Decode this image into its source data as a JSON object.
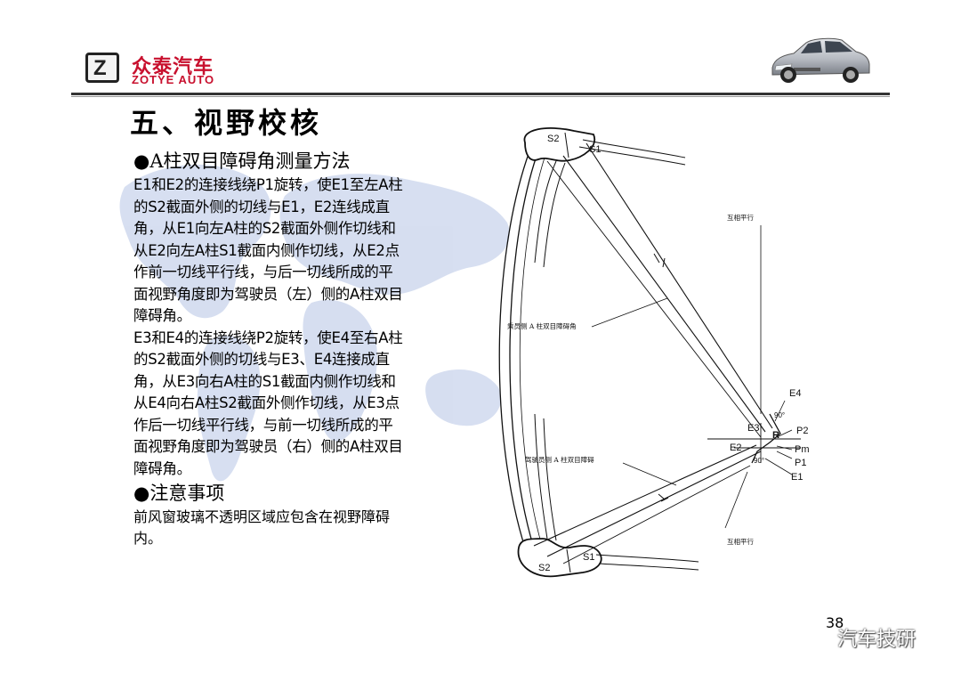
{
  "header": {
    "logo_icon_letter": "Z",
    "logo_cn": "众泰汽车",
    "logo_en": "ZOTYE AUTO",
    "car_icon": "car-photo-icon"
  },
  "title": "五、视野校核",
  "section1": {
    "heading": "●A柱双目障碍角测量方法",
    "lines": [
      "E1和E2的连接线绕P1旋转，使E1至左A柱",
      "的S2截面外侧的切线与E1，E2连线成直",
      "角，从E1向左A柱的S2截面外侧作切线和",
      "从E2向左A柱S1截面内侧作切线，从E2点",
      "作前一切线平行线，与后一切线所成的平",
      "面视野角度即为驾驶员（左）侧的A柱双目",
      "障碍角。",
      "E3和E4的连接线绕P2旋转，使E4至右A柱",
      "的S2截面外侧的切线与E3、E4连接成直",
      "角，从E3向右A柱的S1截面内侧作切线和",
      "从E4向右A柱S2截面外侧作切线，从E3点",
      "作后一切线平行线，与前一切线所成的平",
      "面视野角度即为驾驶员（右）侧的A柱双目",
      "障碍角。"
    ]
  },
  "section2": {
    "heading": "●注意事项",
    "lines": [
      "前风窗玻璃不透明区域应包含在视野障碍",
      "内。"
    ]
  },
  "diagram": {
    "labels": {
      "s2_top": "S2",
      "s1_top": "S1",
      "s2_bottom": "S2",
      "s1_bottom": "S1",
      "parallel_top": "互相平行",
      "parallel_bottom": "互相平行",
      "passenger_angle": "乘员侧 A 柱双目障碍角",
      "driver_angle": "驾驶员侧 A 柱双目障碍",
      "e1": "E1",
      "e2": "E2",
      "e3": "E3",
      "e4": "E4",
      "p1": "P1",
      "p2": "P2",
      "pm": "Pm",
      "r": "R",
      "angle_top": "90°",
      "angle_bottom": "90°"
    }
  },
  "footer": {
    "page_number": "38",
    "watermark": "汽车技研",
    "watermark_icon": "wechat-icon"
  }
}
